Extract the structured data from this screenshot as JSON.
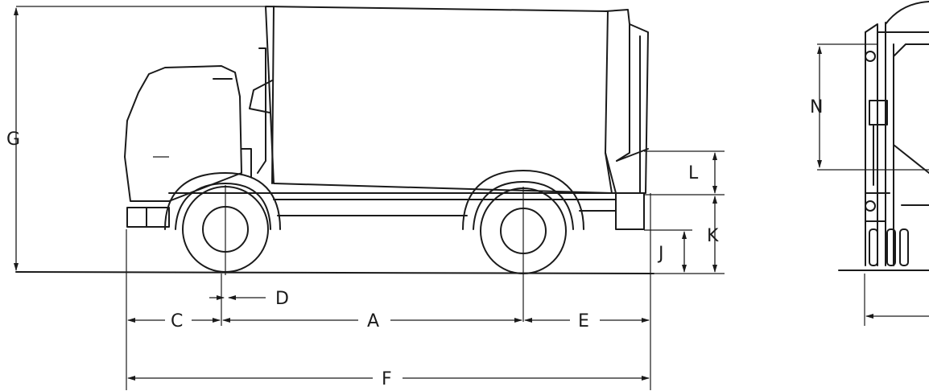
{
  "labels": {
    "a": "A",
    "c": "C",
    "d": "D",
    "e": "E",
    "f": "F",
    "g": "G",
    "j": "J",
    "k": "K",
    "l": "L",
    "n": "N"
  },
  "colors": {
    "ink": "#1a1a1a",
    "background": "#ffffff"
  }
}
